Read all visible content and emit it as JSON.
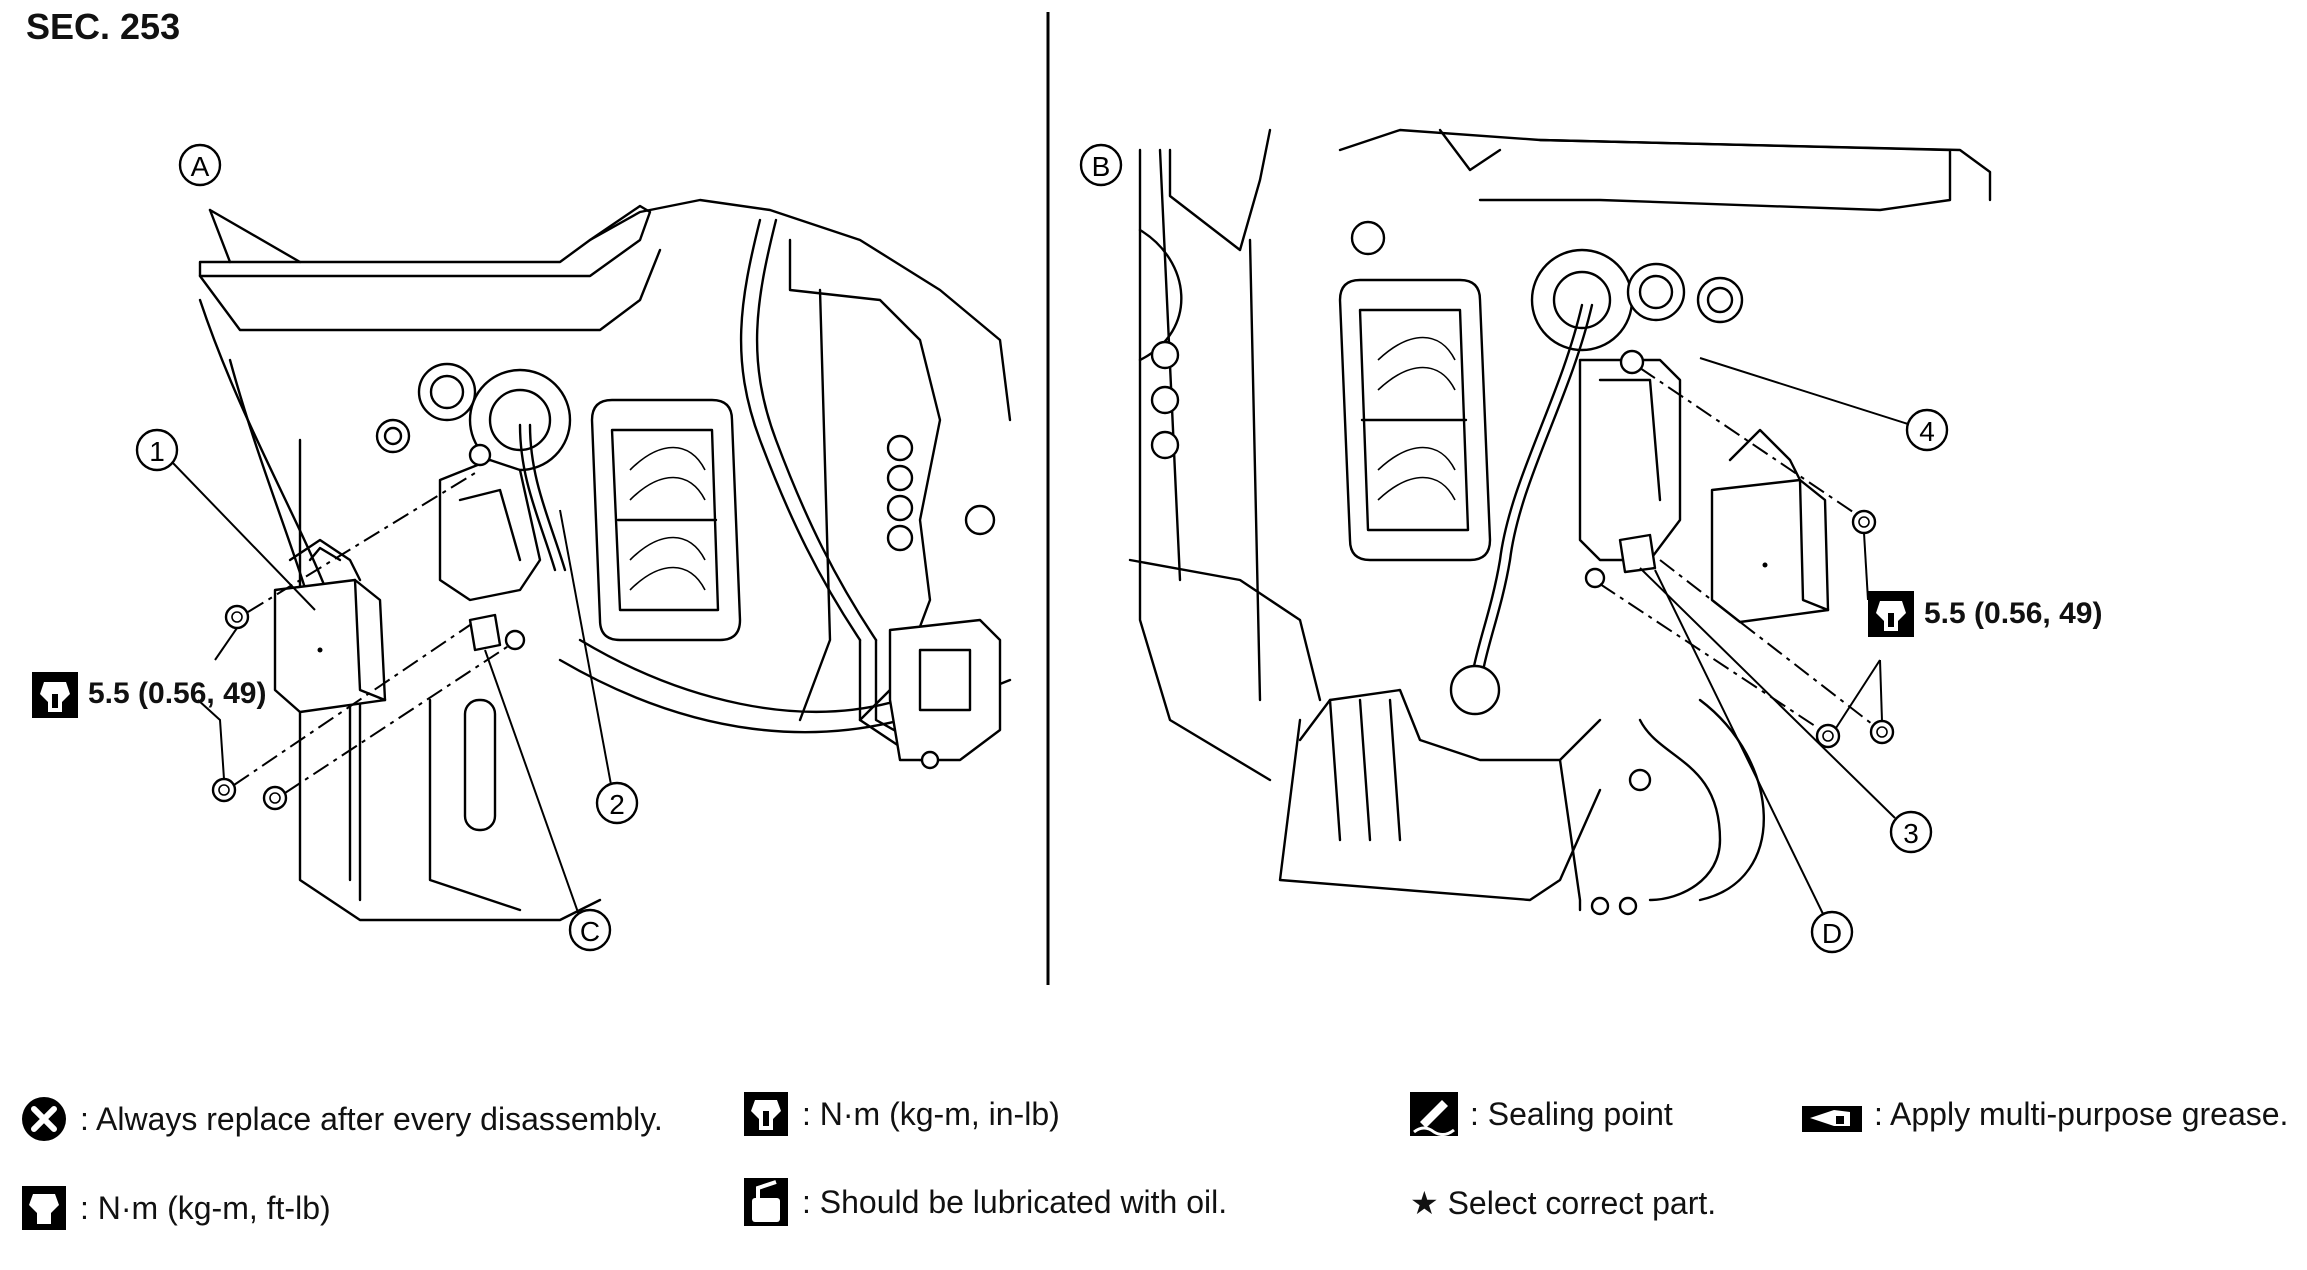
{
  "section": "SEC. 253",
  "views": [
    {
      "letter": "A"
    },
    {
      "letter": "B"
    }
  ],
  "callouts": {
    "n1": "1",
    "n2": "2",
    "n3": "3",
    "n4": "4",
    "C": "C",
    "D": "D"
  },
  "torque": {
    "left": "5.5 (0.56, 49)",
    "right": "5.5 (0.56, 49)"
  },
  "legend": [
    {
      "icon": "replace-x-icon",
      "text": ": Always replace after every disassembly."
    },
    {
      "icon": "torque-in-lb-icon",
      "text": ": N·m (kg-m, in-lb)"
    },
    {
      "icon": "sealing-point-icon",
      "text": ": Sealing point"
    },
    {
      "icon": "grease-icon",
      "text": ": Apply multi-purpose grease."
    },
    {
      "icon": "torque-ft-lb-icon",
      "text": ": N·m (kg-m, ft-lb)"
    },
    {
      "icon": "oil-can-icon",
      "text": ": Should be lubricated with oil."
    },
    {
      "icon": "star-icon",
      "text": "★ Select correct part."
    }
  ]
}
